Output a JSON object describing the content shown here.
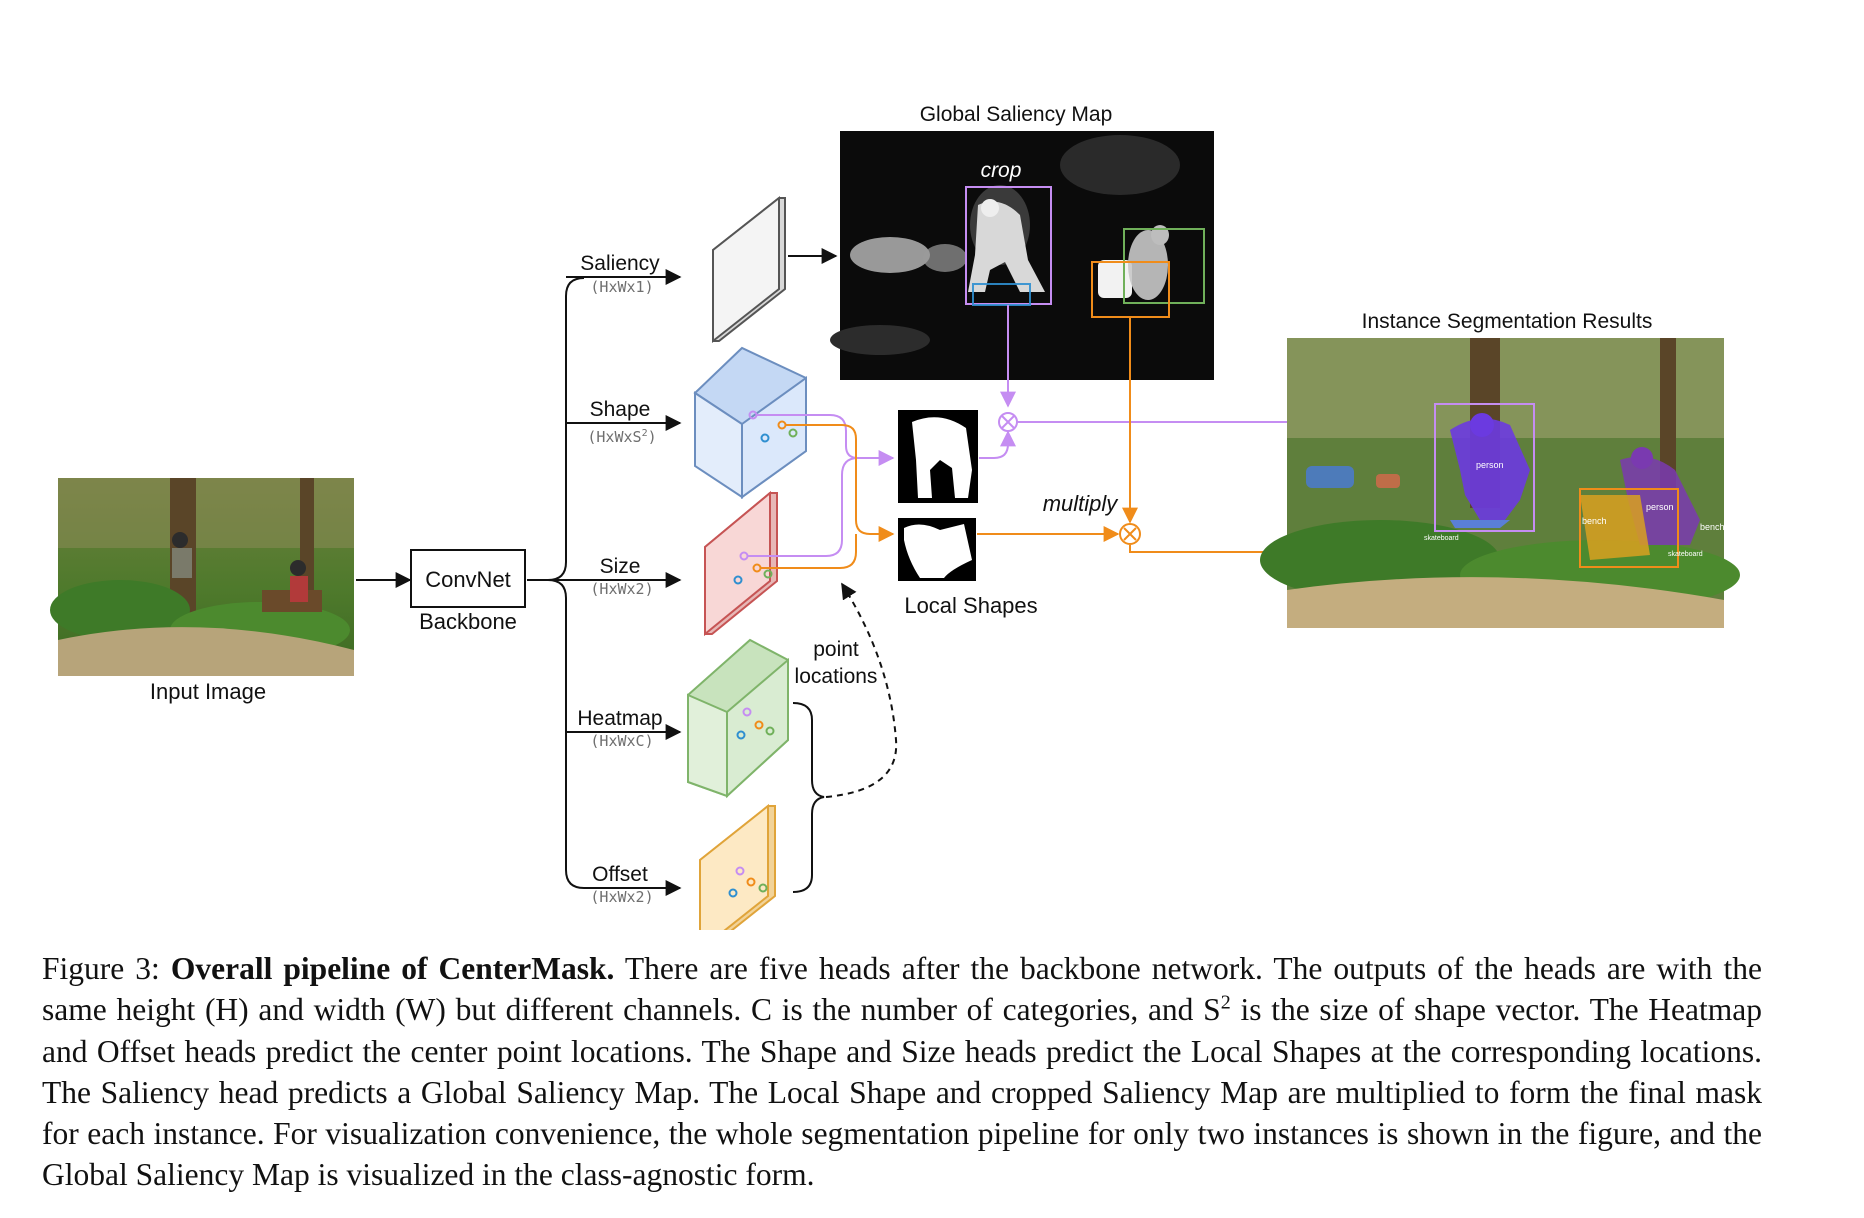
{
  "figure": {
    "input_label": "Input Image",
    "backbone_name": "ConvNet",
    "backbone_label": "Backbone",
    "heads": [
      {
        "name": "Saliency",
        "dim": "(HxWx1)"
      },
      {
        "name": "Shape",
        "dim_prefix": "(HxWxS",
        "dim_sup": "2",
        "dim_suffix": ")"
      },
      {
        "name": "Size",
        "dim": "(HxWx2)"
      },
      {
        "name": "Heatmap",
        "dim": "(HxWxC)"
      },
      {
        "name": "Offset",
        "dim": "(HxWx2)"
      }
    ],
    "saliency_title": "Global Saliency Map",
    "crop_label": "crop",
    "local_shapes_label": "Local Shapes",
    "multiply_label": "multiply",
    "point_locations_line1": "point",
    "point_locations_line2": "locations",
    "results_title": "Instance Segmentation Results",
    "result_tags": [
      "person",
      "person",
      "bench",
      "bench",
      "skateboard",
      "skateboard"
    ],
    "colors": {
      "shape_fill": "#dbe8fb",
      "shape_stroke": "#6c8ebf",
      "size_fill": "#f8d7d6",
      "size_stroke": "#c65454",
      "heatmap_fill": "#d9ecd2",
      "heatmap_stroke": "#7fb46a",
      "offset_fill": "#fde9c4",
      "offset_stroke": "#e0a43a",
      "purple": "#c58df2",
      "orange": "#f08c1a",
      "green": "#70b05a",
      "blue": "#2f8fd0"
    }
  },
  "caption": {
    "prefix": "Figure 3: ",
    "bold": "Overall pipeline of CenterMask.",
    "part1": " There are five heads after the backbone network. The outputs of the heads are with the same height (H) and width (W) but different channels. C is the number of categories, and S",
    "sup": "2",
    "part2": " is the size of shape vector. The Heatmap and Offset heads predict the center point locations. The Shape and Size heads predict the Local Shapes at the corresponding locations. The Saliency head predicts a Global Saliency Map. The Local Shape and cropped Saliency Map are multiplied to form the final mask for each instance. For visualization convenience, the whole segmentation pipeline for only two instances is shown in the figure, and the Global Saliency Map is visualized in the class-agnostic form."
  }
}
